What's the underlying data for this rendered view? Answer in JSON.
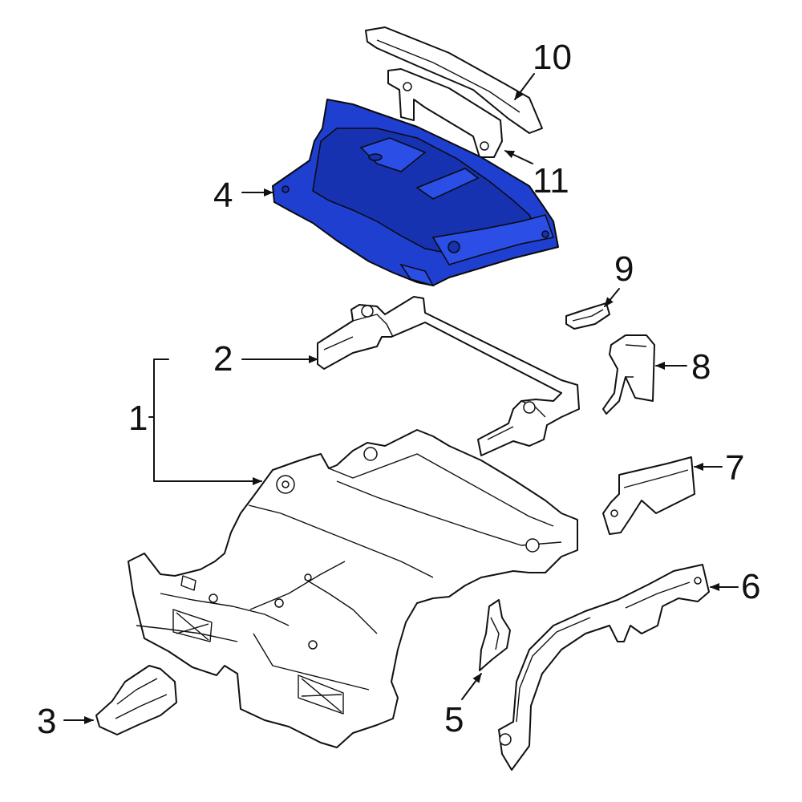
{
  "diagram": {
    "highlight_color": "#1f3fd1",
    "highlighted_part": "4",
    "callouts": [
      {
        "id": "1",
        "label": "1"
      },
      {
        "id": "2",
        "label": "2"
      },
      {
        "id": "3",
        "label": "3"
      },
      {
        "id": "4",
        "label": "4"
      },
      {
        "id": "5",
        "label": "5"
      },
      {
        "id": "6",
        "label": "6"
      },
      {
        "id": "7",
        "label": "7"
      },
      {
        "id": "8",
        "label": "8"
      },
      {
        "id": "9",
        "label": "9"
      },
      {
        "id": "10",
        "label": "10"
      },
      {
        "id": "11",
        "label": "11"
      }
    ]
  }
}
